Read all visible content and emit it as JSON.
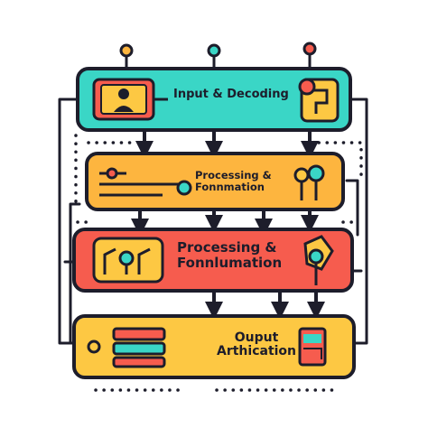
{
  "diagram": {
    "stages": [
      {
        "id": "input",
        "line1": "Input & Decoding",
        "line2": "",
        "fill": "#3ad6c6"
      },
      {
        "id": "processing-1",
        "line1": "Processing &",
        "line2": "Fonnmation",
        "fill": "#fdb53f"
      },
      {
        "id": "processing-2",
        "line1": "Processing &",
        "line2": "Fonnlumation",
        "fill": "#f65c4e"
      },
      {
        "id": "output",
        "line1": "Ouput",
        "line2": "Arthication",
        "fill": "#fdc843"
      }
    ],
    "colors": {
      "outline": "#1d1d2b",
      "accent_teal": "#3ad6c6",
      "accent_orange": "#fdb53f",
      "accent_red": "#f65c4e",
      "accent_yellow": "#fdc843"
    }
  }
}
